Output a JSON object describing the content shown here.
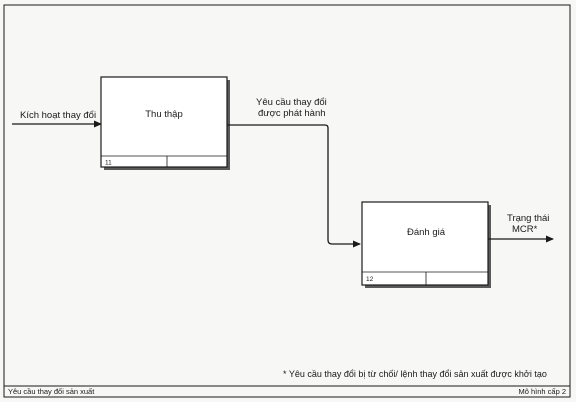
{
  "diagram": {
    "input_label": "Kích hoạt thay đổi",
    "box1": {
      "title": "Thu thập",
      "number": "11"
    },
    "edge_label": [
      "Yêu cầu thay đổi",
      "được phát hành"
    ],
    "box2": {
      "title": "Đánh giá",
      "number": "12"
    },
    "output_label": [
      "Trạng thái",
      "MCR*"
    ],
    "footnote": "* Yêu cầu thay đổi bị từ chối/ lệnh thay đổi sản xuất được khởi tạo",
    "footer_left": "Yêu cầu thay đổi sản xuất",
    "footer_right": "Mô hình cấp 2"
  },
  "colors": {
    "ink": "#1a1a1a",
    "paper": "#f7f7f5",
    "shadow": "#5a5a5a"
  }
}
